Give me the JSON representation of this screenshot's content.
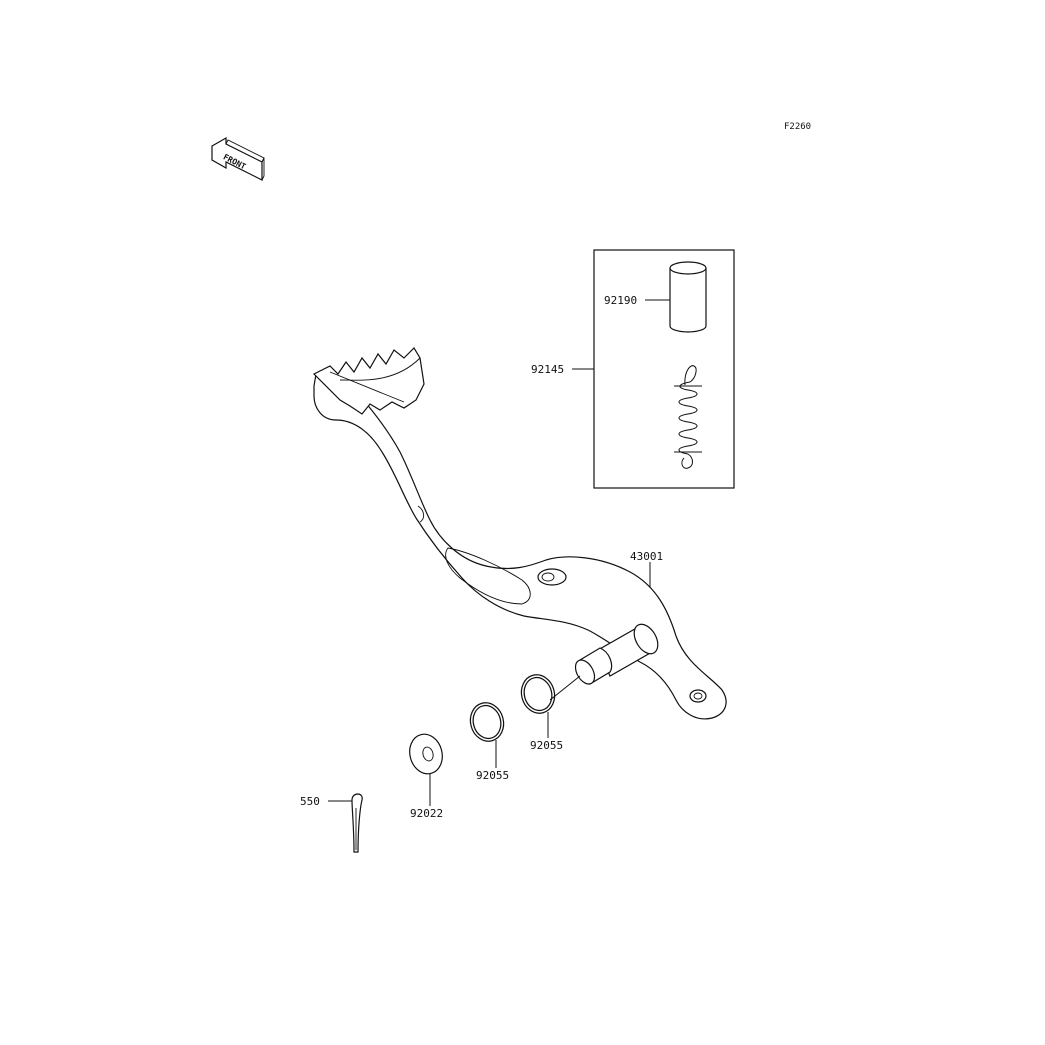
{
  "figure_code": "F2260",
  "front_indicator": {
    "text": "FRONT",
    "icon": "front-arrow-icon"
  },
  "callouts": {
    "spring_kit": "92145",
    "sleeve": "92190",
    "brake_pedal": "43001",
    "oring_inner": "92055",
    "oring_outer": "92055",
    "washer": "92022",
    "cotter_pin": "550"
  },
  "colors": {
    "line": "#111111",
    "background": "#ffffff"
  }
}
